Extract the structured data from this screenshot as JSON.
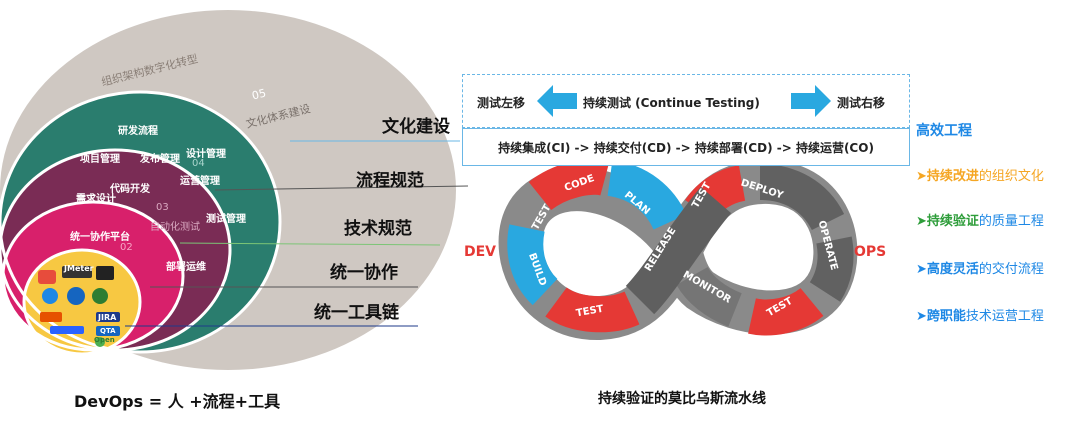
{
  "left": {
    "outer_title": "组织架构数字化转型",
    "culture_num": "05",
    "culture_text": "文化体系建设",
    "l4_items": [
      "研发流程",
      "项目管理",
      "发布管理",
      "设计管理",
      "运营管理"
    ],
    "l4_num": "04",
    "l3_items": [
      "代码开发",
      "需求设计",
      "自动化测试",
      "测试管理",
      "部署运维"
    ],
    "l3_num": "03",
    "l2_title": "统一协作平台",
    "l2_num": "02",
    "tools": [
      "JMeter",
      "JIRA",
      "QTA",
      "Open"
    ],
    "layer_labels": [
      "文化建设",
      "流程规范",
      "技术规范",
      "统一协作",
      "统一工具链"
    ],
    "caption": "DevOps = 人 +流程+工具"
  },
  "right": {
    "shift_left": "测试左移",
    "continue_testing": "持续测试 (Continue Testing)",
    "shift_right": "测试右移",
    "pipeline": "持续集成(CI) -> 持续交付(CD) -> 持续部署(CD) -> 持续运营(CO)",
    "efficient_title": "高效工程",
    "bullets": [
      {
        "strong": "持续改进",
        "rest": "的组织文化",
        "color": "#f5a623"
      },
      {
        "strong": "持续验证",
        "rest": "的质量工程",
        "color": "#2e9d3a"
      },
      {
        "strong": "高度灵活",
        "rest": "的交付流程",
        "color": "#1e88e5"
      },
      {
        "strong": "跨职能",
        "rest": "技术运营工程",
        "color": "#1e88e5"
      }
    ],
    "dev": "DEV",
    "ops": "OPS",
    "loop_labels": [
      "TEST",
      "CODE",
      "PLAN",
      "BUILD",
      "TEST",
      "RELEASE",
      "TEST",
      "DEPLOY",
      "OPERATE",
      "MONITOR",
      "TEST"
    ],
    "caption": "持续验证的莫比乌斯流水线"
  }
}
